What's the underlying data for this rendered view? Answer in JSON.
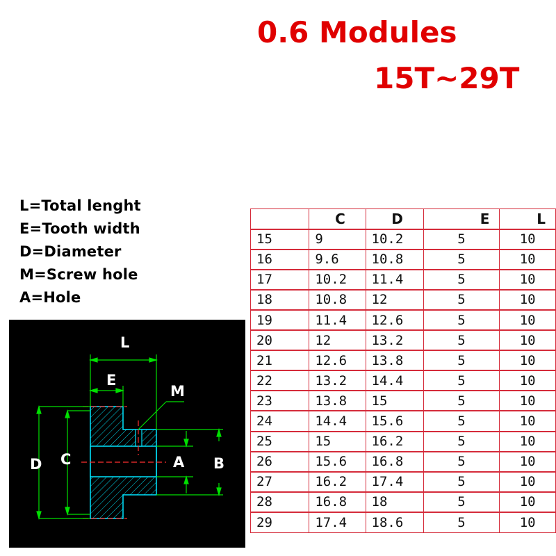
{
  "title": {
    "line1": "0.6 Modules",
    "line2": "15T~29T"
  },
  "legend": [
    "L=Total lenght",
    "E=Tooth width",
    "D=Diameter",
    "M=Screw hole",
    "A=Hole"
  ],
  "drawing_labels": {
    "L": "L",
    "E": "E",
    "M": "M",
    "D": "D",
    "C": "C",
    "A": "A",
    "B": "B"
  },
  "table": {
    "headers": [
      "",
      "C",
      "D",
      "E",
      "L"
    ],
    "rows": [
      [
        "15",
        "9",
        "10.2",
        "5",
        "10"
      ],
      [
        "16",
        "9.6",
        "10.8",
        "5",
        "10"
      ],
      [
        "17",
        "10.2",
        "11.4",
        "5",
        "10"
      ],
      [
        "18",
        "10.8",
        "12",
        "5",
        "10"
      ],
      [
        "19",
        "11.4",
        "12.6",
        "5",
        "10"
      ],
      [
        "20",
        "12",
        "13.2",
        "5",
        "10"
      ],
      [
        "21",
        "12.6",
        "13.8",
        "5",
        "10"
      ],
      [
        "22",
        "13.2",
        "14.4",
        "5",
        "10"
      ],
      [
        "23",
        "13.8",
        "15",
        "5",
        "10"
      ],
      [
        "24",
        "14.4",
        "15.6",
        "5",
        "10"
      ],
      [
        "25",
        "15",
        "16.2",
        "5",
        "10"
      ],
      [
        "26",
        "15.6",
        "16.8",
        "5",
        "10"
      ],
      [
        "27",
        "16.2",
        "17.4",
        "5",
        "10"
      ],
      [
        "28",
        "16.8",
        "18",
        "5",
        "10"
      ],
      [
        "29",
        "17.4",
        "18.6",
        "5",
        "10"
      ]
    ]
  },
  "colors": {
    "title": "#e00000",
    "table_border": "#d52b3a",
    "drawing_background": "#000000",
    "dimension_lines": "#00e000",
    "part_outline": "#00e5ff",
    "centerline": "#ff3030"
  }
}
